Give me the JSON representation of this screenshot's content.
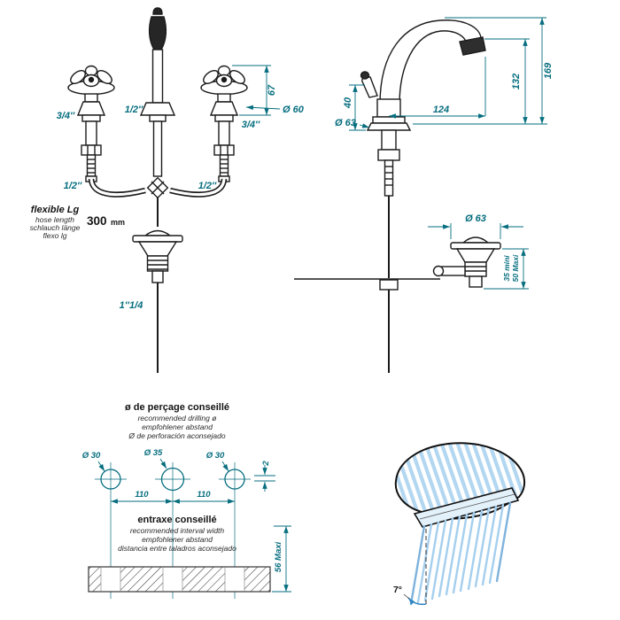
{
  "front": {
    "d67": "67",
    "d60": "Ø 60",
    "s34l": "3/4''",
    "s12c": "1/2''",
    "s34r": "3/4''",
    "s12l": "1/2''",
    "s12r": "1/2''",
    "flex_t": "flexible Lg",
    "flex_1": "hose length",
    "flex_2": "schlauch länge",
    "flex_3": "flexo lg",
    "v300": "300",
    "v300_unit": "mm",
    "drain": "1''1/4"
  },
  "side": {
    "d169": "169",
    "d132": "132",
    "d40": "40",
    "d124": "124",
    "d63_base": "Ø 63",
    "d63_drain": "Ø 63",
    "d35": "35 mini",
    "d50": "50 Maxi"
  },
  "drill": {
    "title": "ø de perçage conseillé",
    "sub_en": "recommended drilling ø",
    "sub_de": "empfohlener abstand",
    "sub_es": "Ø de perforación aconsejado",
    "h1": "Ø 30",
    "h2": "Ø 35",
    "h3": "Ø 30",
    "d2": "2",
    "sp1": "110",
    "sp2": "110",
    "interval_title": "entraxe conseillé",
    "int_en": "recommended interval width",
    "int_de": "empfohlener abstand",
    "int_es": "distancia entre taladros aconsejado",
    "d56": "56 Maxi"
  },
  "spray": {
    "angle": "7°"
  },
  "colors": {
    "dimension": "#066e7f",
    "outline": "#1b1b1b",
    "water": "#a5cfee"
  }
}
